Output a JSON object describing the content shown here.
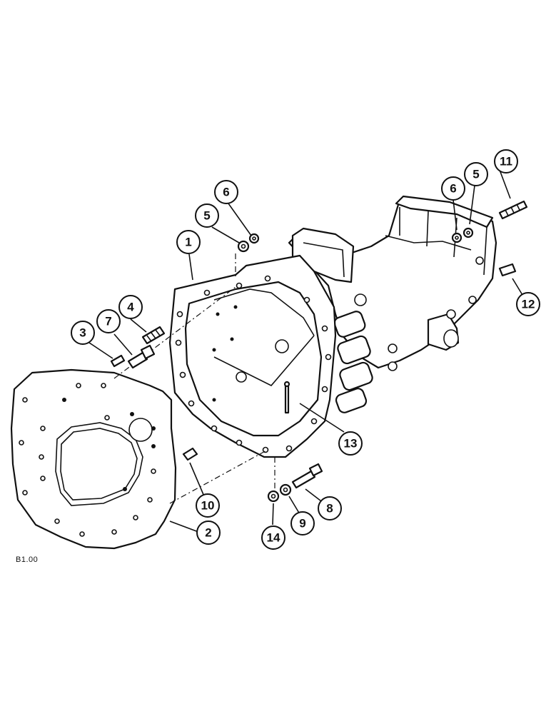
{
  "figure_code": "B1.00",
  "callouts": [
    {
      "id": "1",
      "label": "1"
    },
    {
      "id": "2",
      "label": "2"
    },
    {
      "id": "3",
      "label": "3"
    },
    {
      "id": "4",
      "label": "4"
    },
    {
      "id": "5a",
      "label": "5"
    },
    {
      "id": "5b",
      "label": "5"
    },
    {
      "id": "6a",
      "label": "6"
    },
    {
      "id": "6b",
      "label": "6"
    },
    {
      "id": "7",
      "label": "7"
    },
    {
      "id": "8",
      "label": "8"
    },
    {
      "id": "9",
      "label": "9"
    },
    {
      "id": "10",
      "label": "10"
    },
    {
      "id": "11",
      "label": "11"
    },
    {
      "id": "12",
      "label": "12"
    },
    {
      "id": "13",
      "label": "13"
    },
    {
      "id": "14",
      "label": "14"
    }
  ]
}
